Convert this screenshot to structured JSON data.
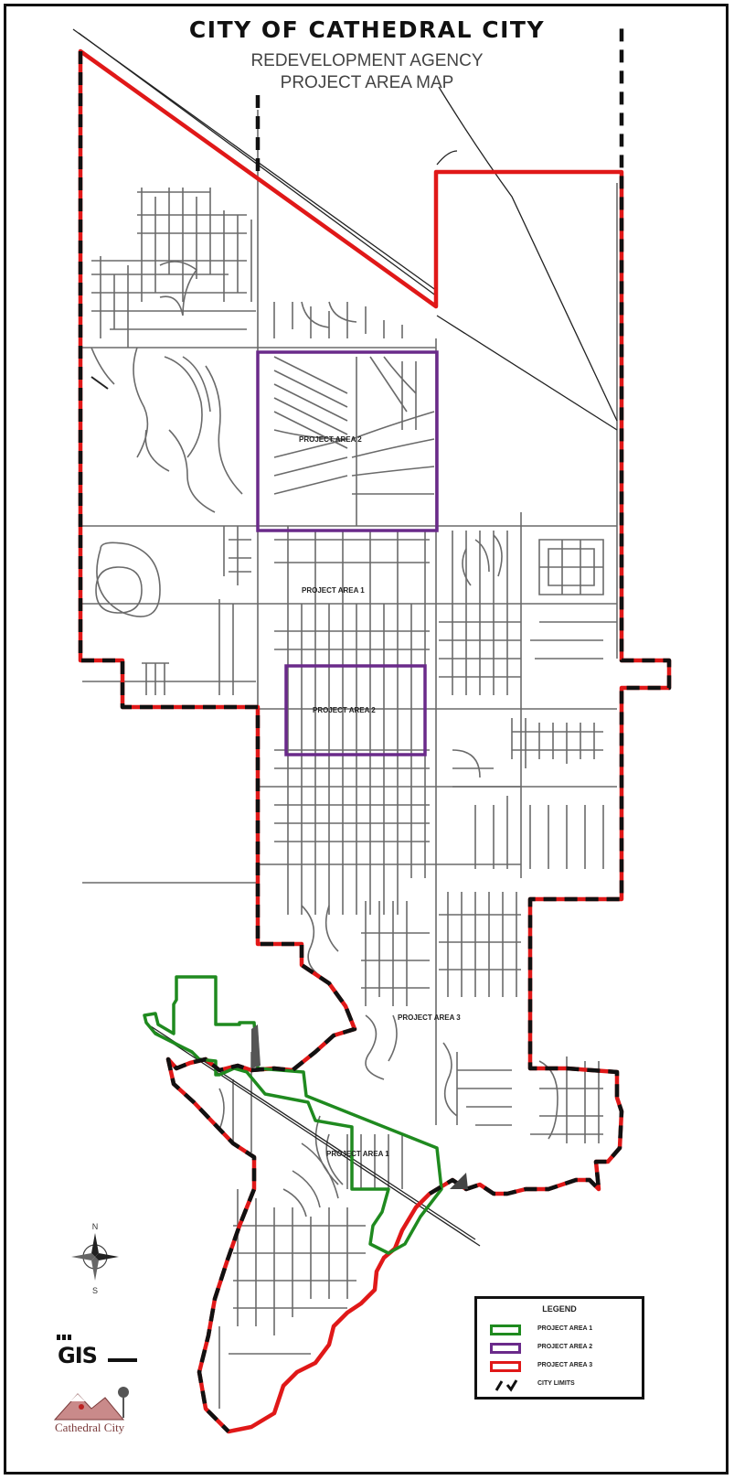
{
  "map": {
    "title": "CITY OF CATHEDRAL CITY",
    "subtitle_line1": "REDEVELOPMENT AGENCY",
    "subtitle_line2": "PROJECT AREA MAP",
    "area_labels": {
      "area2_north": "PROJECT AREA 2",
      "area1_center": "PROJECT AREA 1",
      "area2_south": "PROJECT AREA 2",
      "area3": "PROJECT AREA 3",
      "area1_south": "PROJECT AREA 1"
    },
    "colors": {
      "project_area_1": "#1f8a1f",
      "project_area_2": "#6a2a8a",
      "project_area_3": "#e01818",
      "city_limits": "#111111",
      "streets": "#666666"
    }
  },
  "legend": {
    "title": "LEGEND",
    "items": [
      {
        "label": "PROJECT AREA 1",
        "color": "#1f8a1f"
      },
      {
        "label": "PROJECT AREA 2",
        "color": "#6a2a8a"
      },
      {
        "label": "PROJECT AREA 3",
        "color": "#e01818"
      },
      {
        "label": "CITY LIMITS",
        "color": "#111111"
      }
    ]
  },
  "logos": {
    "gis_text": "GIS",
    "city_logo_text": "Cathedral City"
  },
  "compass": {
    "north": "N",
    "south": "S"
  }
}
